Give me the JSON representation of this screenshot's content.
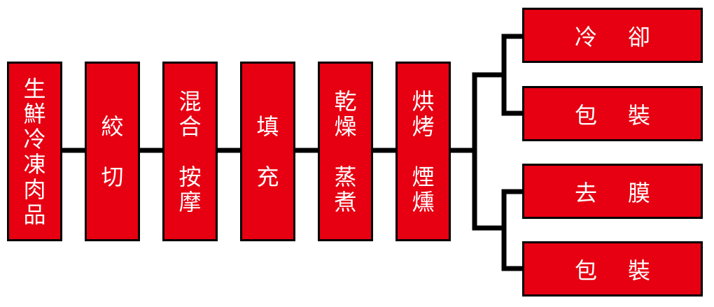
{
  "colors": {
    "box_fill": "#e60012",
    "line": "#000000",
    "text": "#ffffff"
  },
  "steps": [
    {
      "line1": "生鮮冷凍肉品",
      "line2": ""
    },
    {
      "line1": "絞",
      "line2": "切"
    },
    {
      "line1": "混合",
      "line2": "按摩"
    },
    {
      "line1": "填",
      "line2": "充"
    },
    {
      "line1": "乾燥",
      "line2": "蒸煮"
    },
    {
      "line1": "烘烤",
      "line2": "煙燻"
    }
  ],
  "branches": [
    {
      "chars": [
        "冷",
        "卻"
      ]
    },
    {
      "chars": [
        "包",
        "裝"
      ]
    },
    {
      "chars": [
        "去",
        "膜"
      ]
    },
    {
      "chars": [
        "包",
        "裝"
      ]
    }
  ]
}
